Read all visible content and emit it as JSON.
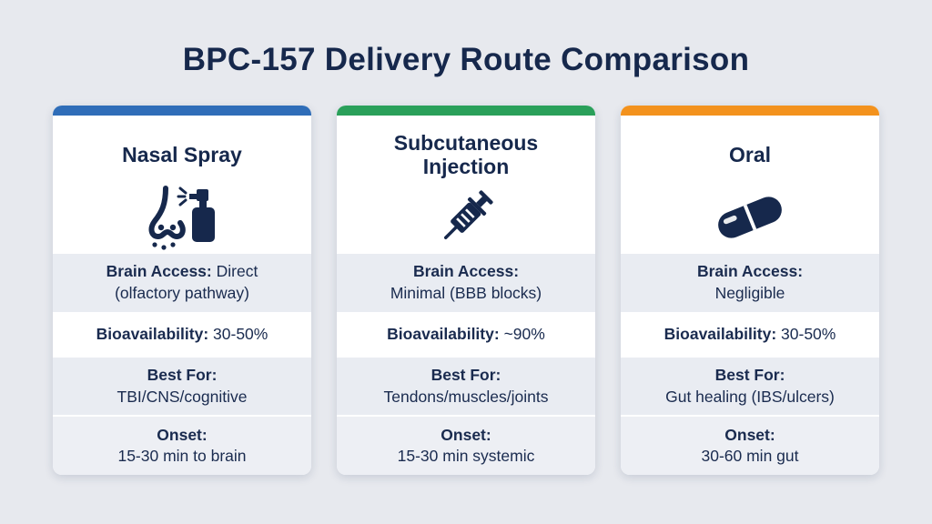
{
  "page": {
    "title": "BPC-157 Delivery Route Comparison"
  },
  "theme": {
    "background": "#e7e9ee",
    "text": "#16284c",
    "card_background": "#ffffff",
    "row_gray": "#e9ecf2"
  },
  "cards": [
    {
      "title": "Nasal Spray",
      "accent_color": "#2f6db8",
      "icon": "nasal-spray-icon",
      "rows": [
        {
          "label": "Brain Access:",
          "value": "Direct (olfactory pathway)"
        },
        {
          "label": "Bioavailability:",
          "value": "30-50%"
        },
        {
          "label": "Best For:",
          "value": "TBI/CNS/cognitive"
        },
        {
          "label": "Onset:",
          "value": "15-30 min to brain"
        }
      ]
    },
    {
      "title": "Subcutaneous Injection",
      "accent_color": "#2aa05a",
      "icon": "syringe-icon",
      "rows": [
        {
          "label": "Brain Access:",
          "value": "Minimal (BBB blocks)"
        },
        {
          "label": "Bioavailability:",
          "value": "~90%"
        },
        {
          "label": "Best For:",
          "value": "Tendons/muscles/joints"
        },
        {
          "label": "Onset:",
          "value": "15-30 min systemic"
        }
      ]
    },
    {
      "title": "Oral",
      "accent_color": "#f3921d",
      "icon": "capsule-icon",
      "rows": [
        {
          "label": "Brain Access:",
          "value": "Negligible"
        },
        {
          "label": "Bioavailability:",
          "value": "30-50%"
        },
        {
          "label": "Best For:",
          "value": "Gut healing (IBS/ulcers)"
        },
        {
          "label": "Onset:",
          "value": "30-60 min gut"
        }
      ]
    }
  ]
}
